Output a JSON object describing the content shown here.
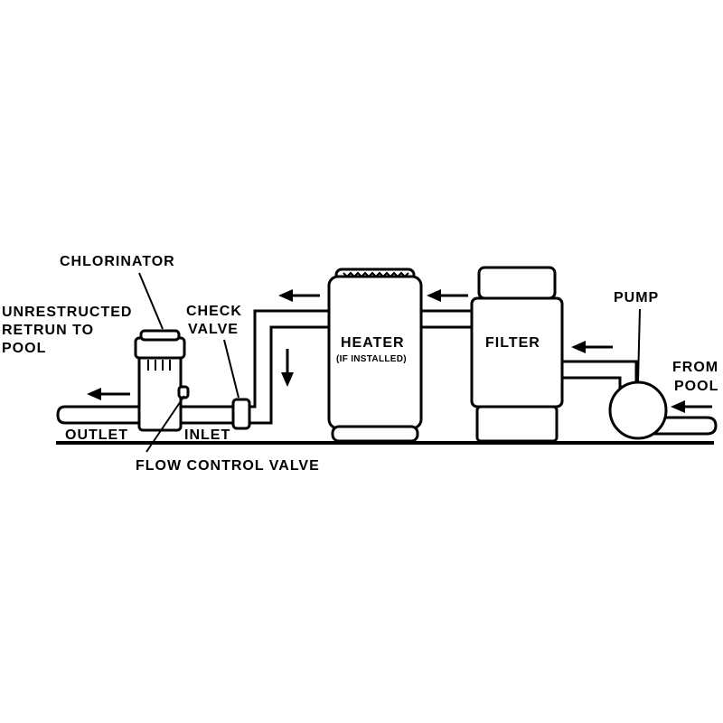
{
  "colors": {
    "ink": "#000000",
    "background": "#ffffff"
  },
  "labels": {
    "chlorinator": "CHLORINATOR",
    "unrestructed_line1": "UNRESTRUCTED",
    "unrestructed_line2": "RETRUN TO",
    "unrestructed_line3": "POOL",
    "check_valve_line1": "CHECK",
    "check_valve_line2": "VALVE",
    "heater": "HEATER",
    "heater_sub": "(IF INSTALLED)",
    "filter": "FILTER",
    "pump": "PUMP",
    "from_pool_line1": "FROM",
    "from_pool_line2": "POOL",
    "outlet": "OUTLET",
    "inlet": "INLET",
    "flow_control_valve": "FLOW CONTROL VALVE"
  },
  "icons": {
    "flow_arrows": "arrow-icon"
  }
}
